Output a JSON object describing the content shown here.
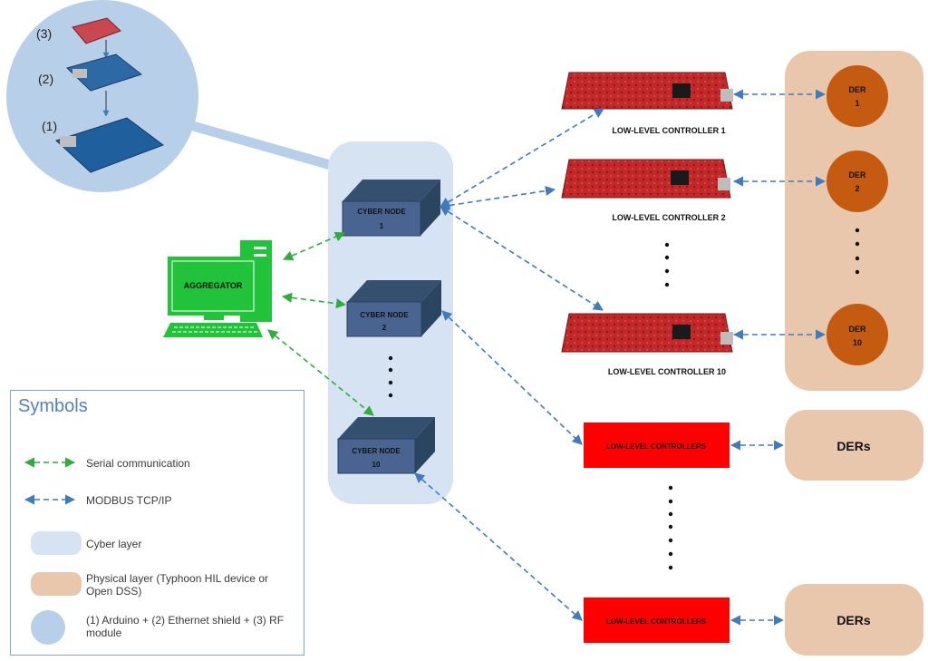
{
  "board_stack": {
    "label_1": "(1)",
    "label_2": "(2)",
    "label_3": "(3)"
  },
  "aggregator": {
    "label": "AGGREGATOR"
  },
  "cyber_nodes": [
    {
      "label_line1": "CYBER NODE",
      "label_line2": "1"
    },
    {
      "label_line1": "CYBER NODE",
      "label_line2": "2"
    },
    {
      "label_line1": "CYBER NODE",
      "label_line2": "10"
    }
  ],
  "low_level_controllers": [
    {
      "label": "LOW-LEVEL CONTROLLER 1"
    },
    {
      "label": "LOW-LEVEL CONTROLLER 2"
    },
    {
      "label": "LOW-LEVEL CONTROLLER 10"
    }
  ],
  "ders": [
    {
      "label_line1": "DER",
      "label_line2": "1"
    },
    {
      "label_line1": "DER",
      "label_line2": "2"
    },
    {
      "label_line1": "DER",
      "label_line2": "10"
    }
  ],
  "group_controllers": [
    {
      "label": "LOW-LEVEL CONTROLLERS"
    },
    {
      "label": "LOW-LEVEL CONTROLLERS"
    }
  ],
  "group_ders": [
    {
      "label": "DERs"
    },
    {
      "label": "DERs"
    }
  ],
  "legend": {
    "title": "Symbols",
    "items": [
      {
        "text": "Serial communication"
      },
      {
        "text": "MODBUS TCP/IP"
      },
      {
        "text": "Cyber layer"
      },
      {
        "text": "Physical layer (Typhoon HIL device or Open DSS)"
      },
      {
        "text": "(1) Arduino + (2) Ethernet shield + (3) RF module"
      }
    ]
  },
  "colors": {
    "serial": "#2ead3a",
    "modbus": "#3f7bbd",
    "cyber_layer": "#d5e3f2",
    "physical_layer": "#e8c7ad",
    "der_circle": "#c55a11",
    "node_box": "#4a6491",
    "controller_red": "#ff0000",
    "aggregator_green": "#20c33a"
  }
}
